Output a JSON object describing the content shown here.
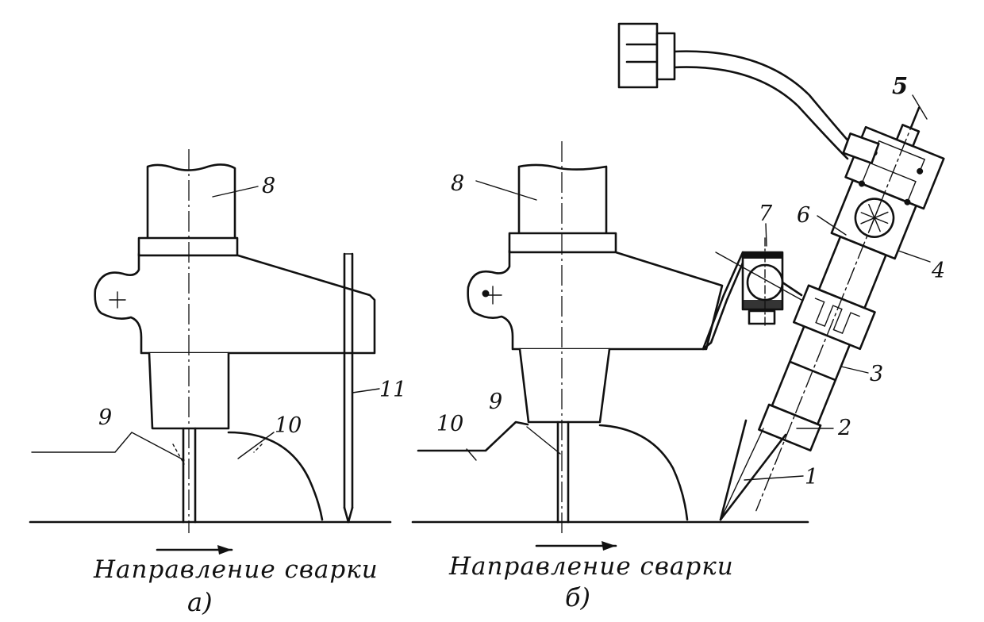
{
  "figure_a": {
    "labels": {
      "l8": "8",
      "l9": "9",
      "l10": "10",
      "l11": "11"
    },
    "caption": "Направление сварки",
    "sublabel": "а)"
  },
  "figure_b": {
    "labels": {
      "l1": "1",
      "l2": "2",
      "l3": "3",
      "l4": "4",
      "l5": "5",
      "l6": "6",
      "l7": "7",
      "l8": "8",
      "l9": "9",
      "l10": "10"
    },
    "caption": "Направление сварки",
    "sublabel": "б)"
  }
}
